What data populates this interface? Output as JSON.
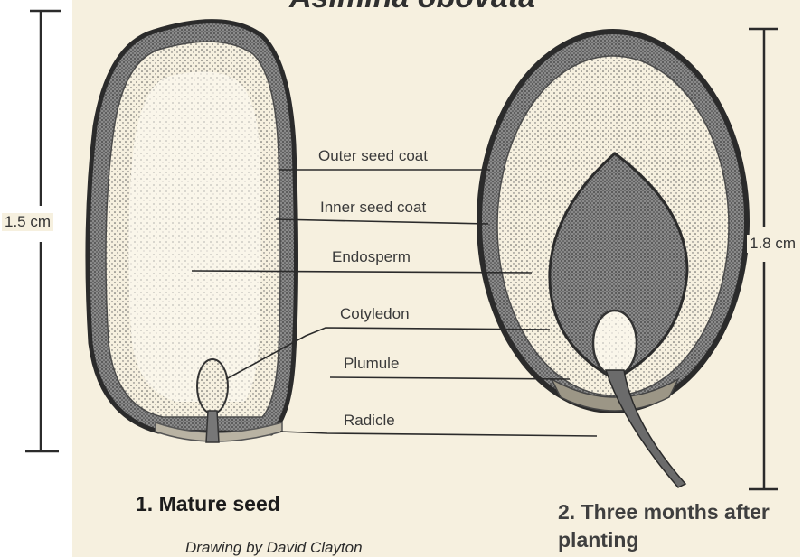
{
  "title": "Asimina obovata",
  "labels": {
    "outer_seed_coat": "Outer seed coat",
    "inner_seed_coat": "Inner seed coat",
    "endosperm": "Endosperm",
    "cotyledon": "Cotyledon",
    "plumule": "Plumule",
    "radicle": "Radicle"
  },
  "measurements": {
    "mature_seed": "1.5 cm",
    "germinated_seed": "1.8 cm"
  },
  "captions": {
    "mature_seed": "1. Mature seed",
    "germinated_seed": "2. Three months after planting"
  },
  "credit": "Drawing by David Clayton",
  "colors": {
    "background": "#f6f0df",
    "outline": "#2b2b2b",
    "stipple": "#5a5a5a"
  }
}
